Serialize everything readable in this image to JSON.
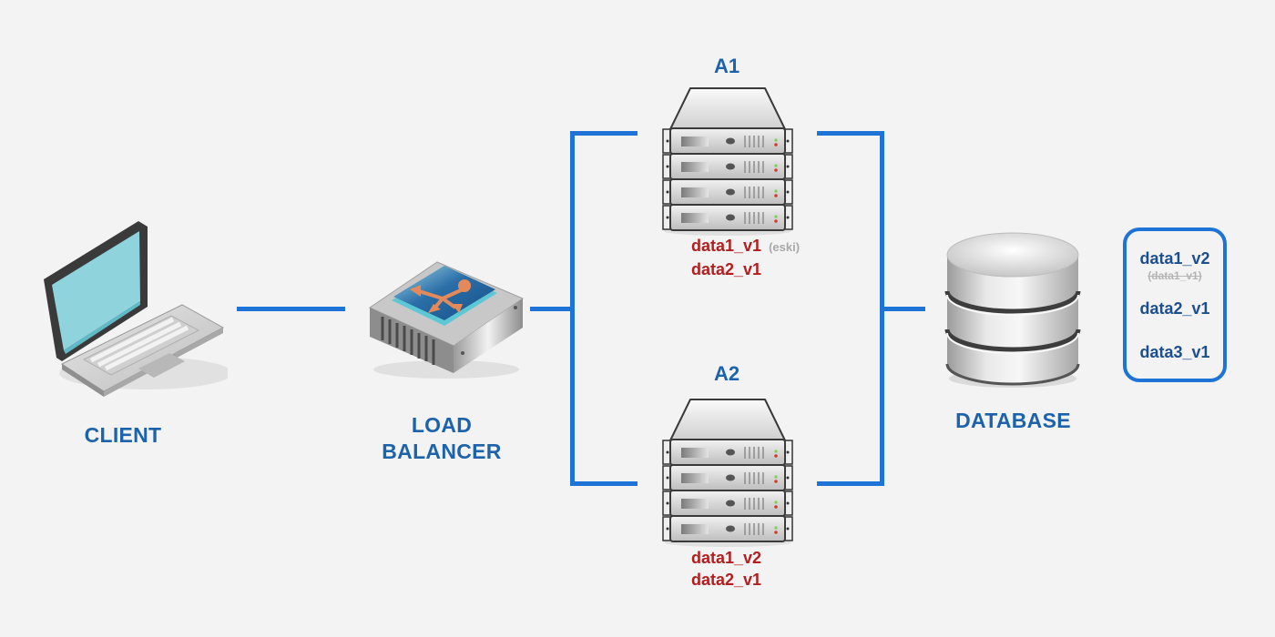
{
  "colors": {
    "connector": "#1e74d6",
    "label_blue": "#1d63ab",
    "data_red": "#b31d1d",
    "note_gray": "#a9a9a9",
    "db_item_blue": "#1d4f8f",
    "background": "#f3f3f3"
  },
  "nodes": {
    "client": {
      "label": "CLIENT",
      "icon": "laptop-icon"
    },
    "load_balancer": {
      "label_line1": "LOAD",
      "label_line2": "BALANCER",
      "icon": "load-balancer-icon"
    },
    "server_a1": {
      "title": "A1",
      "icon": "server-rack-icon",
      "data": [
        {
          "text": "data1_v1",
          "note": "(eski)"
        },
        {
          "text": "data2_v1"
        }
      ]
    },
    "server_a2": {
      "title": "A2",
      "icon": "server-rack-icon",
      "data": [
        {
          "text": "data1_v2"
        },
        {
          "text": "data2_v1"
        }
      ]
    },
    "database": {
      "label": "DATABASE",
      "icon": "database-icon",
      "records": [
        {
          "text": "data1_v2",
          "previous": "(data1_v1)"
        },
        {
          "text": "data2_v1"
        },
        {
          "text": "data3_v1"
        }
      ]
    }
  }
}
